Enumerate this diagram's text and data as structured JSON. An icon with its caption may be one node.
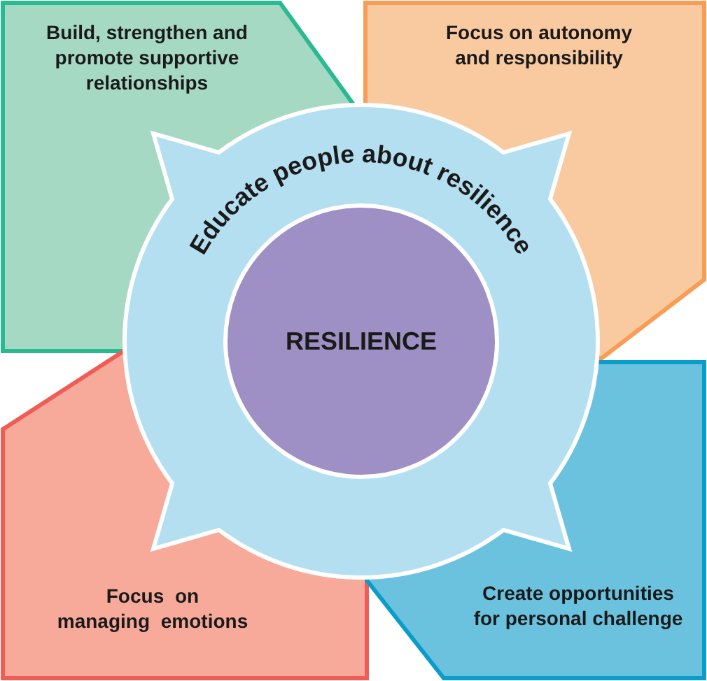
{
  "diagram": {
    "nodes": [
      {
        "text": [
          "Build, strengthen and promote supportive relationships"
        ]
      },
      {
        "text": [
          "Focus on autonomy and responsibility"
        ]
      },
      {
        "text": [
          "Educate people about resilience"
        ]
      },
      {
        "text": [
          "RESILIENCE"
        ],
        "in": 2
      },
      {
        "text": [
          "Focus on managing emotions"
        ]
      },
      {
        "text": [
          "Create opportunities for personal challenge"
        ]
      }
    ]
  }
}
